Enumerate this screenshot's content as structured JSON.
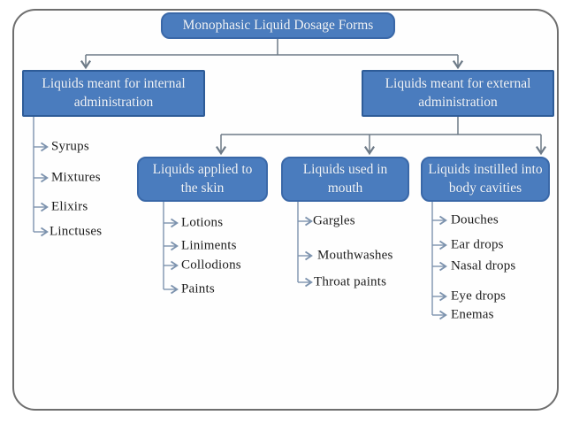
{
  "diagram": {
    "root_label": "Monophasic Liquid Dosage Forms",
    "internal": {
      "label": "Liquids meant for internal administration",
      "items": [
        "Syrups",
        "Mixtures",
        "Elixirs",
        "Linctuses"
      ]
    },
    "external": {
      "label": "Liquids meant for external administration",
      "children": [
        {
          "label": "Liquids applied to the skin",
          "items": [
            "Lotions",
            "Liniments",
            "Collodions",
            "Paints"
          ]
        },
        {
          "label": "Liquids used in mouth",
          "items": [
            "Gargles",
            "Mouthwashes",
            "Throat paints"
          ]
        },
        {
          "label": "Liquids instilled into body cavities",
          "items": [
            "Douches",
            "Ear drops",
            "Nasal drops",
            "Eye drops",
            "Enemas"
          ]
        }
      ]
    }
  },
  "colors": {
    "node_fill": "#4a7cbe",
    "node_border_dark": "#2e5c98",
    "node_border_rounded": "#3a68a8",
    "node_text": "#f2f6fb",
    "tree_connector": "#6d7a87",
    "list_connector": "#7d93ae",
    "frame_border": "#6e6e6e",
    "list_text": "#1c1c1c"
  }
}
